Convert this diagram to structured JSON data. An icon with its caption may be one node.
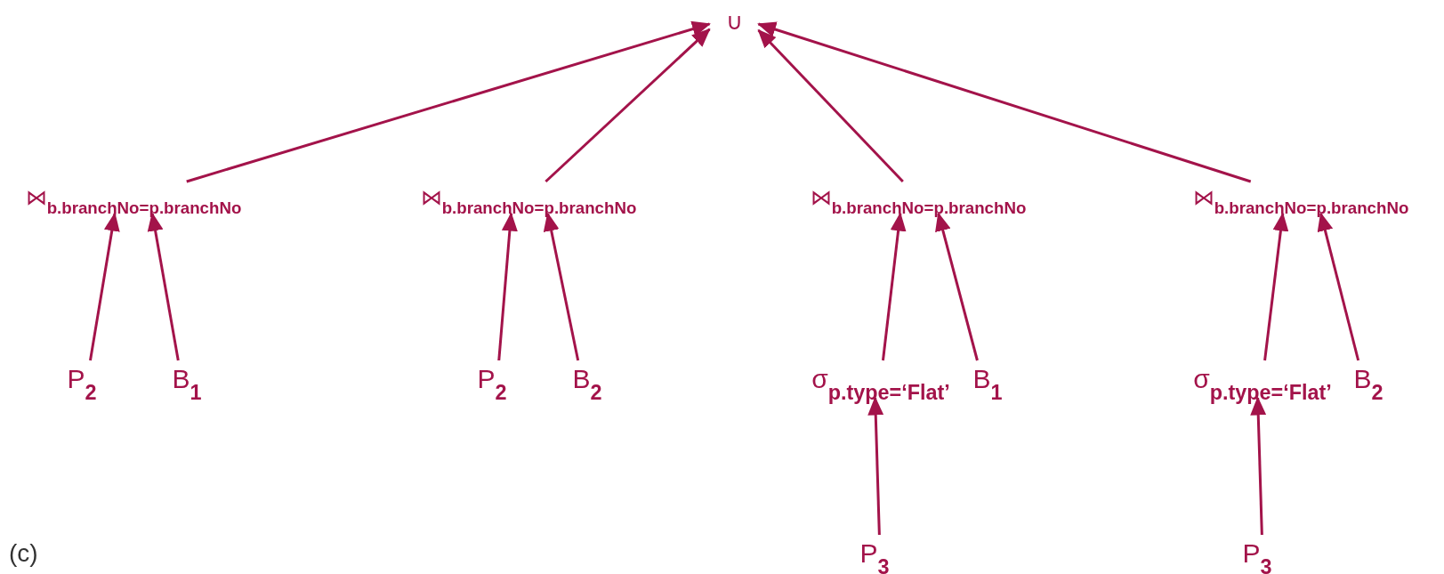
{
  "diagram": {
    "nodes": [
      {
        "text": [
          "∪"
        ]
      },
      {
        "text": [
          "⋈$_{b.branchNo=p.branchNo}$"
        ]
      },
      {
        "text": [
          "⋈$_{b.branchNo=p.branchNo}$"
        ]
      },
      {
        "text": [
          "⋈$_{b.branchNo=p.branchNo}$"
        ]
      },
      {
        "text": [
          "⋈$_{b.branchNo=p.branchNo}$"
        ]
      },
      {
        "text": [
          "P$_{2}$"
        ]
      },
      {
        "text": [
          "B$_{1}$"
        ]
      },
      {
        "text": [
          "P$_{2}$"
        ]
      },
      {
        "text": [
          "B$_{2}$"
        ]
      },
      {
        "text": [
          "σ$_{p.type=‘Flat’}$"
        ]
      },
      {
        "text": [
          "B$_{1}$"
        ]
      },
      {
        "text": [
          "σ$_{p.type=‘Flat’}$"
        ]
      },
      {
        "text": [
          "B$_{2}$"
        ]
      },
      {
        "text": [
          "P$_{3}$"
        ]
      },
      {
        "text": [
          "P$_{3}$"
        ]
      }
    ],
    "edges": [
      {
        "from": 1,
        "to": 0,
        "arrow": "to"
      },
      {
        "from": 2,
        "to": 0,
        "arrow": "to"
      },
      {
        "from": 3,
        "to": 0,
        "arrow": "to"
      },
      {
        "from": 4,
        "to": 0,
        "arrow": "to"
      },
      {
        "from": 5,
        "to": 1,
        "arrow": "to"
      },
      {
        "from": 6,
        "to": 1,
        "arrow": "to"
      },
      {
        "from": 7,
        "to": 2,
        "arrow": "to"
      },
      {
        "from": 8,
        "to": 2,
        "arrow": "to"
      },
      {
        "from": 9,
        "to": 3,
        "arrow": "to"
      },
      {
        "from": 10,
        "to": 3,
        "arrow": "to"
      },
      {
        "from": 11,
        "to": 4,
        "arrow": "to"
      },
      {
        "from": 12,
        "to": 4,
        "arrow": "to"
      },
      {
        "from": 13,
        "to": 9,
        "arrow": "to"
      },
      {
        "from": 14,
        "to": 11,
        "arrow": "to"
      }
    ],
    "labels": [
      "(c)"
    ]
  }
}
